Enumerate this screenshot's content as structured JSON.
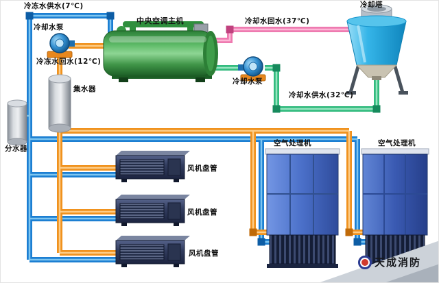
{
  "diagram": {
    "equipment": {
      "chiller": {
        "label": "中央空调主机"
      },
      "cooling_tower": {
        "label": "冷却塔"
      },
      "chilled_water_pump": {
        "label": "冷却水泵"
      },
      "cooling_water_pump": {
        "label": "冷却水泵"
      },
      "collector": {
        "label": "集水器"
      },
      "distributor": {
        "label": "分水器"
      },
      "fan_coils": [
        {
          "label": "风机盘管"
        },
        {
          "label": "风机盘管"
        },
        {
          "label": "风机盘管"
        }
      ],
      "air_handlers": [
        {
          "label": "空气处理机"
        },
        {
          "label": "空气处理机"
        }
      ]
    },
    "pipes": {
      "chilled_supply": {
        "label": "冷冻水供水(7℃)",
        "color": "#1c7fd2"
      },
      "chilled_return": {
        "label": "冷冻水回水(12℃)",
        "color": "#f0921e"
      },
      "cooling_return": {
        "label": "冷却水回水(37℃)",
        "color": "#ee7ab0"
      },
      "cooling_supply": {
        "label": "冷却水供水(32℃)",
        "color": "#33bb7f"
      }
    },
    "temperatures": {
      "chilled_supply_c": 7,
      "chilled_return_c": 12,
      "cooling_return_c": 37,
      "cooling_supply_c": 32
    },
    "watermark": {
      "text": "天成消防"
    }
  }
}
